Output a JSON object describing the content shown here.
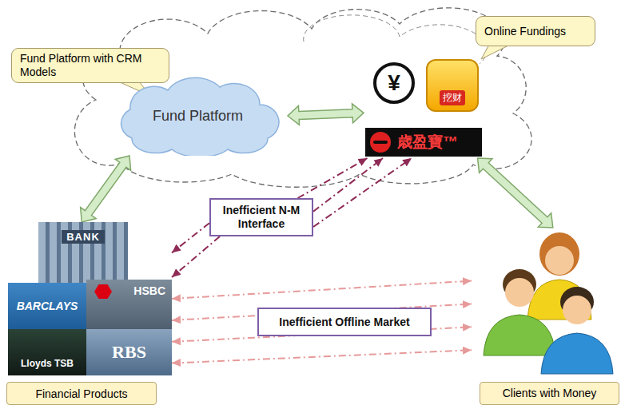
{
  "diagram": {
    "nodes": [
      {
        "text": [
          "Fund Platform with CRM Models"
        ]
      },
      {
        "text": [
          "Online Fundings"
        ]
      },
      {
        "text": [
          "Fund Platform"
        ]
      },
      {
        "text": [
          "¥",
          "挖财",
          "歳盈寶™"
        ]
      },
      {
        "text": [
          "Inefficient N-M Interface"
        ]
      },
      {
        "text": [
          "BANK",
          "BARCLAYS",
          "HSBC",
          "Lloyds TSB",
          "RBS"
        ]
      },
      {
        "text": [
          "Financial Products"
        ]
      },
      {
        "text": [
          "Inefficient Offline Market"
        ]
      },
      {
        "text": [
          "Clients with Money"
        ]
      }
    ],
    "edges": [
      {
        "from": 2,
        "to": 3,
        "arrow": "both"
      },
      {
        "from": 2,
        "to": 5,
        "arrow": "both"
      },
      {
        "from": 3,
        "to": 8,
        "arrow": "both"
      },
      {
        "from": 4,
        "to": 5,
        "arrow": "to"
      },
      {
        "from": 4,
        "to": 5,
        "arrow": "to"
      },
      {
        "from": 4,
        "to": 3,
        "arrow": "to"
      },
      {
        "from": 4,
        "to": 3,
        "arrow": "to"
      },
      {
        "from": 4,
        "to": 3,
        "arrow": "to"
      },
      {
        "from": 5,
        "to": 8,
        "arrow": "both"
      },
      {
        "from": 5,
        "to": 8,
        "arrow": "both"
      },
      {
        "from": 5,
        "to": 8,
        "arrow": "both"
      },
      {
        "from": 5,
        "to": 8,
        "arrow": "both"
      }
    ]
  }
}
